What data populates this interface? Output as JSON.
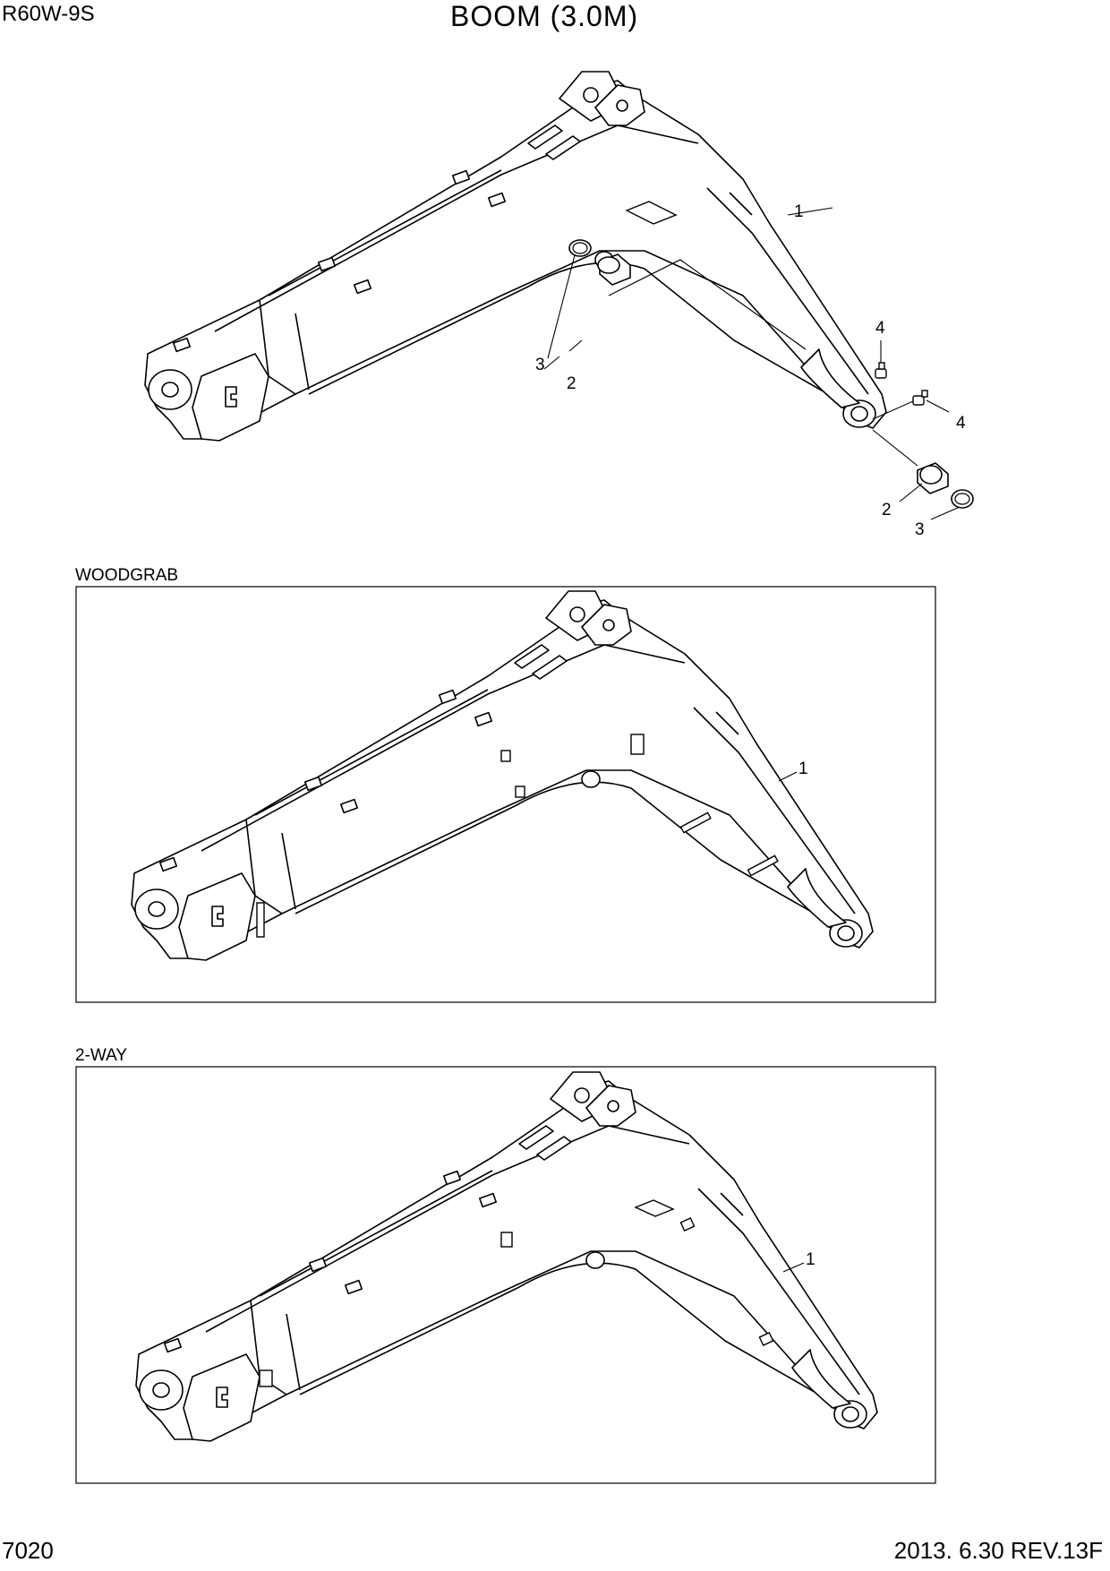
{
  "header": {
    "model": "R60W-9S",
    "title": "BOOM (3.0M)"
  },
  "panels": {
    "woodgrab_label": "WOODGRAB",
    "twoway_label": "2-WAY"
  },
  "callouts": {
    "main": [
      {
        "id": "c-main-1",
        "text": "1"
      },
      {
        "id": "c-main-2a",
        "text": "2"
      },
      {
        "id": "c-main-3a",
        "text": "3"
      },
      {
        "id": "c-main-4a",
        "text": "4"
      },
      {
        "id": "c-main-4b",
        "text": "4"
      },
      {
        "id": "c-main-2b",
        "text": "2"
      },
      {
        "id": "c-main-3b",
        "text": "3"
      }
    ],
    "woodgrab": [
      {
        "id": "c-wood-1",
        "text": "1"
      }
    ],
    "twoway": [
      {
        "id": "c-two-1",
        "text": "1"
      }
    ]
  },
  "footer": {
    "page": "7020",
    "date_rev": "2013. 6.30  REV.13F"
  }
}
